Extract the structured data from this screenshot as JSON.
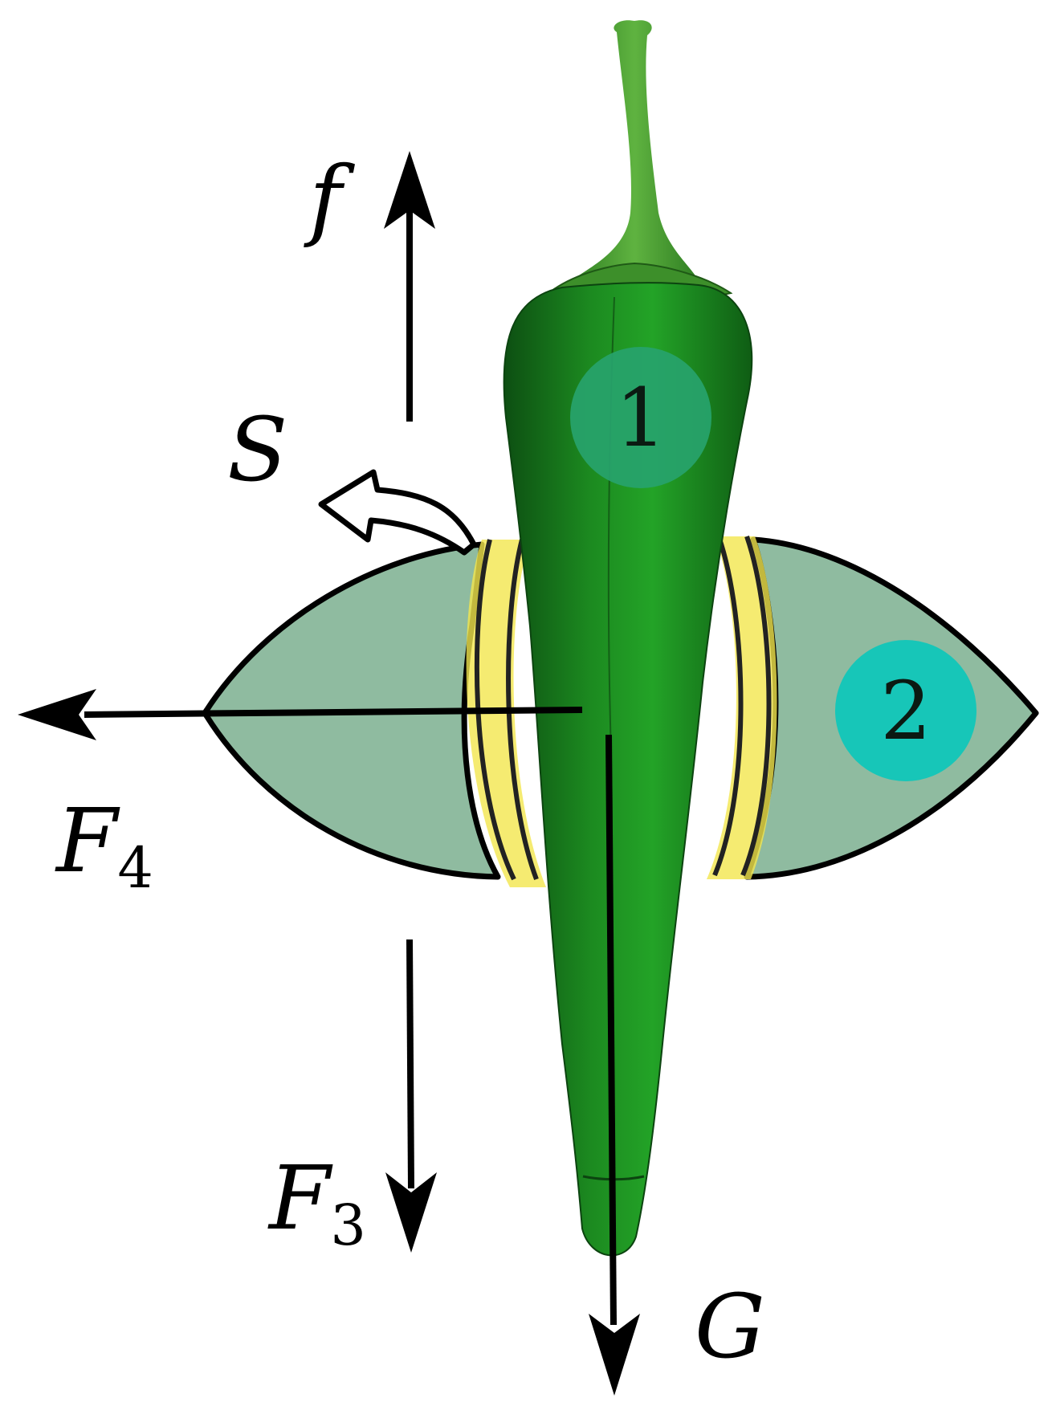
{
  "labels": {
    "f": "f",
    "S": "S",
    "F4_base": "F",
    "F4_sub": "4",
    "F3_base": "F",
    "F3_sub": "3",
    "G": "G"
  },
  "markers": {
    "pepper": "1",
    "gripper": "2"
  },
  "colors": {
    "pepper": "#1f8a23",
    "pepper_dark": "#0f5a14",
    "gripper_fill": "#8fbba0",
    "pad": "#f2e64e",
    "marker1": "#27a36d",
    "marker2": "#17c6b8",
    "arrow": "#000000"
  }
}
